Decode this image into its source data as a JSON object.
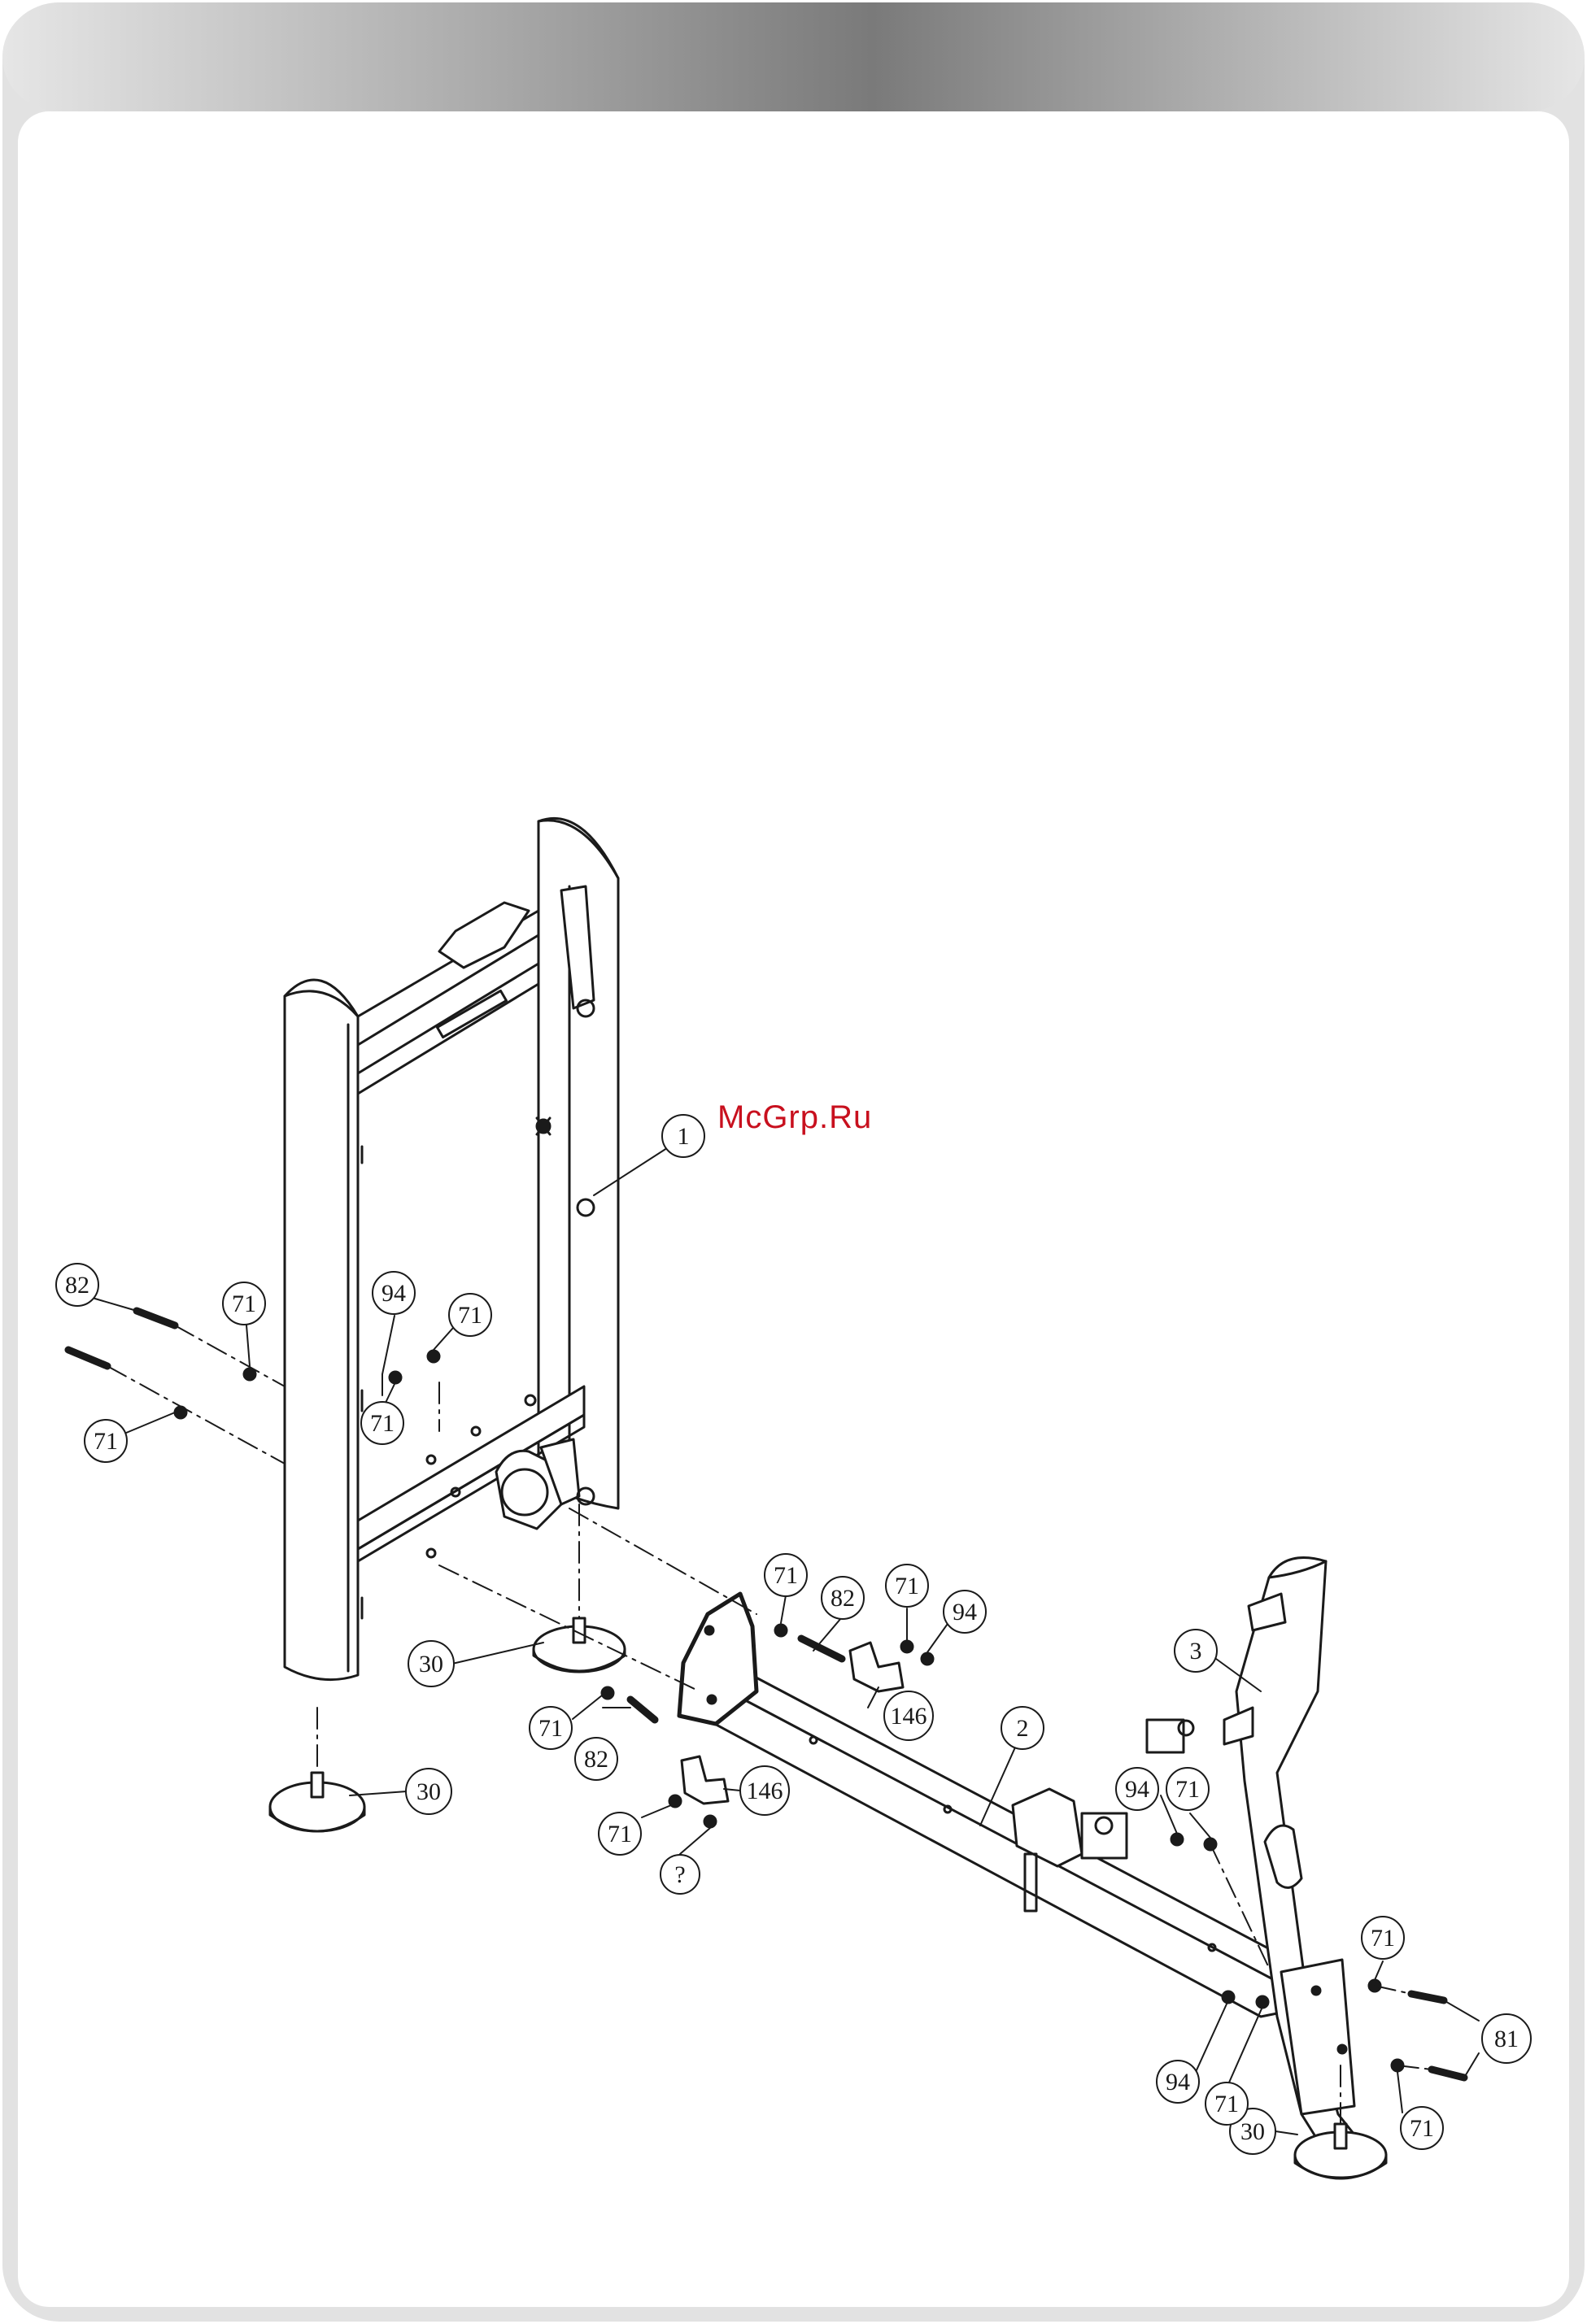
{
  "watermark": "McGrp.Ru",
  "colors": {
    "header_gradient": [
      "#e8e8e8",
      "#777777",
      "#e8e8e8"
    ],
    "watermark": "#c8101e",
    "line": "#1a1a1a"
  },
  "callouts": [
    {
      "id": "c1",
      "label": "1"
    },
    {
      "id": "c2",
      "label": "2"
    },
    {
      "id": "c3",
      "label": "3"
    },
    {
      "id": "c4",
      "label": "30"
    },
    {
      "id": "c5",
      "label": "30"
    },
    {
      "id": "c6",
      "label": "30"
    },
    {
      "id": "c7",
      "label": "82"
    },
    {
      "id": "c8",
      "label": "82"
    },
    {
      "id": "c9",
      "label": "82"
    },
    {
      "id": "c10",
      "label": "71"
    },
    {
      "id": "c11",
      "label": "71"
    },
    {
      "id": "c12",
      "label": "71"
    },
    {
      "id": "c13",
      "label": "71"
    },
    {
      "id": "c14",
      "label": "71"
    },
    {
      "id": "c15",
      "label": "71"
    },
    {
      "id": "c16",
      "label": "71"
    },
    {
      "id": "c17",
      "label": "71"
    },
    {
      "id": "c18",
      "label": "71"
    },
    {
      "id": "c19",
      "label": "71"
    },
    {
      "id": "c20",
      "label": "71"
    },
    {
      "id": "c21",
      "label": "71"
    },
    {
      "id": "c22",
      "label": "94"
    },
    {
      "id": "c23",
      "label": "94"
    },
    {
      "id": "c24",
      "label": "94"
    },
    {
      "id": "c25",
      "label": "94"
    },
    {
      "id": "c26",
      "label": "146"
    },
    {
      "id": "c27",
      "label": "146"
    },
    {
      "id": "c28",
      "label": "81"
    },
    {
      "id": "c29",
      "label": "?"
    }
  ]
}
